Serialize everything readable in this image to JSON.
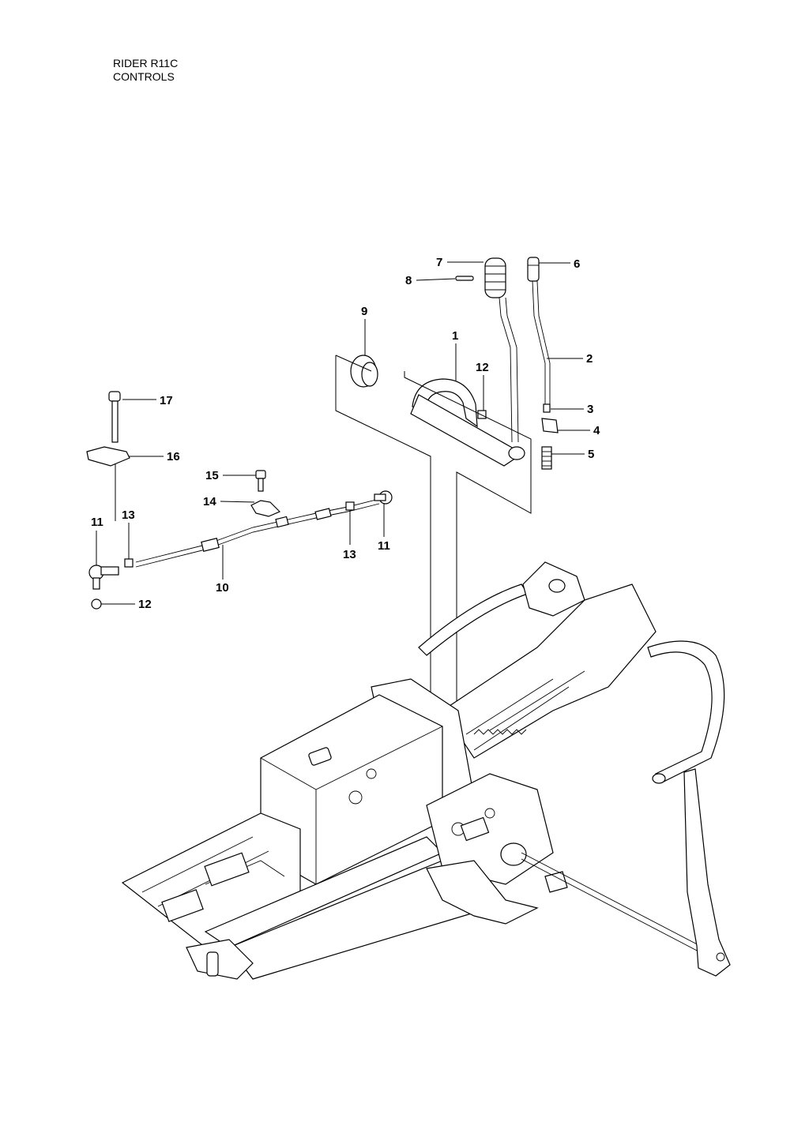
{
  "header": {
    "line1": "RIDER R11C",
    "line2": "CONTROLS"
  },
  "callouts": [
    {
      "id": "c7",
      "label": "7"
    },
    {
      "id": "c6",
      "label": "6"
    },
    {
      "id": "c8",
      "label": "8"
    },
    {
      "id": "c9",
      "label": "9"
    },
    {
      "id": "c1",
      "label": "1"
    },
    {
      "id": "c2",
      "label": "2"
    },
    {
      "id": "c12a",
      "label": "12"
    },
    {
      "id": "c3",
      "label": "3"
    },
    {
      "id": "c4",
      "label": "4"
    },
    {
      "id": "c5",
      "label": "5"
    },
    {
      "id": "c17",
      "label": "17"
    },
    {
      "id": "c16",
      "label": "16"
    },
    {
      "id": "c15",
      "label": "15"
    },
    {
      "id": "c14",
      "label": "14"
    },
    {
      "id": "c11a",
      "label": "11"
    },
    {
      "id": "c13a",
      "label": "13"
    },
    {
      "id": "c13b",
      "label": "13"
    },
    {
      "id": "c11b",
      "label": "11"
    },
    {
      "id": "c10",
      "label": "10"
    },
    {
      "id": "c12b",
      "label": "12"
    }
  ]
}
